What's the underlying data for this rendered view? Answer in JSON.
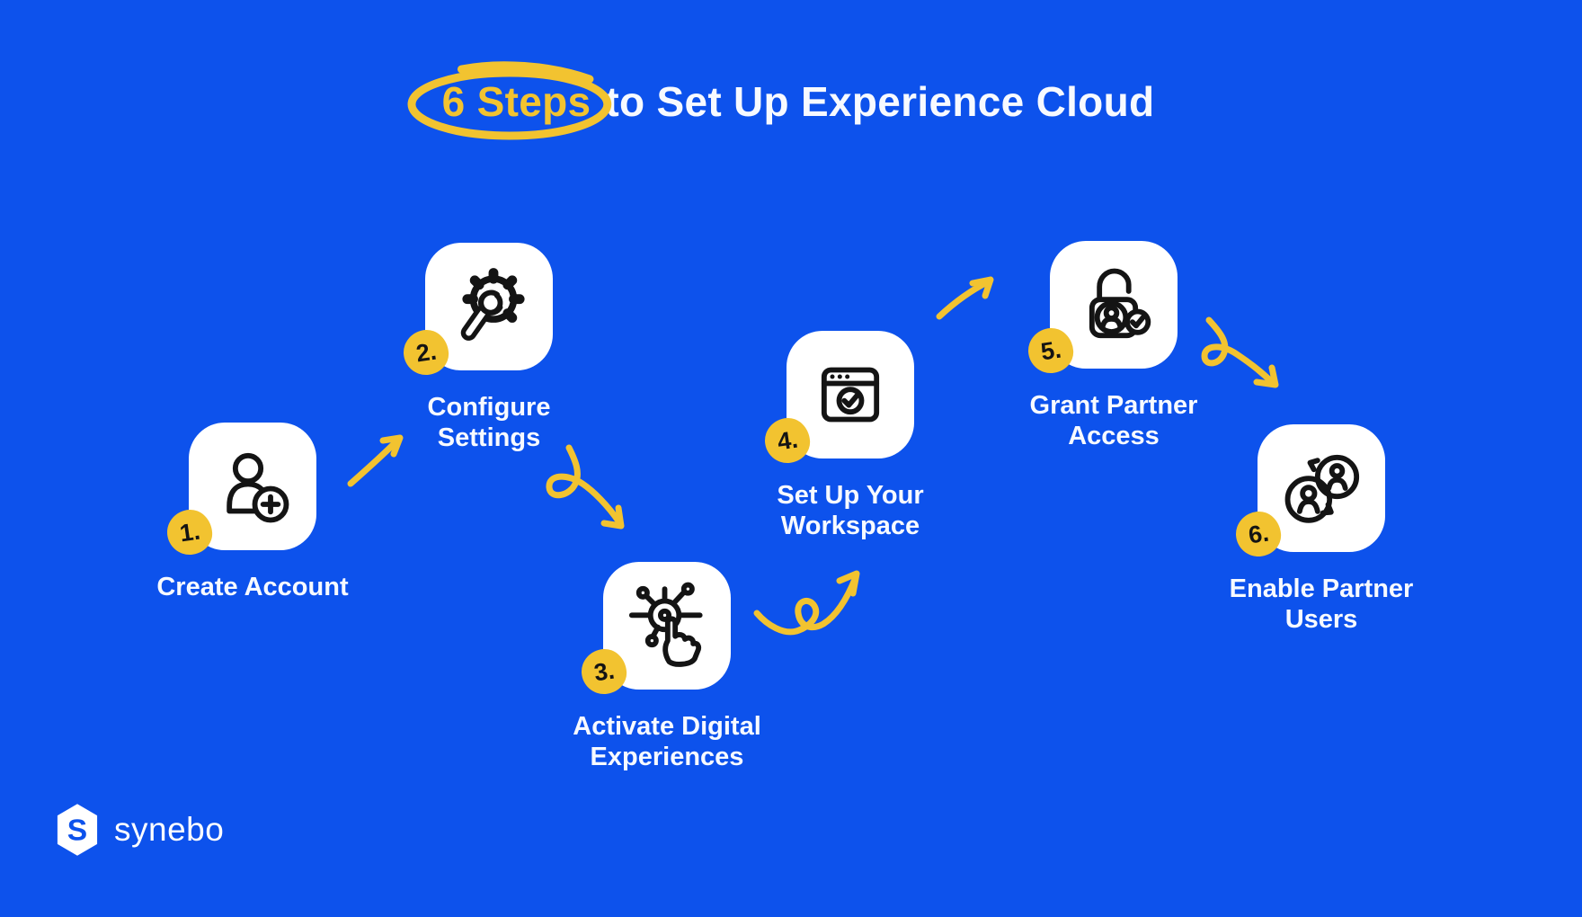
{
  "title": {
    "highlight": "6 Steps",
    "rest": "to Set Up Experience Cloud"
  },
  "steps": [
    {
      "num": "1.",
      "line1": "Create Account",
      "line2": "",
      "icon": "user-add-icon"
    },
    {
      "num": "2.",
      "line1": "Configure",
      "line2": "Settings",
      "icon": "gear-wrench-icon"
    },
    {
      "num": "3.",
      "line1": "Activate Digital",
      "line2": "Experiences",
      "icon": "digital-tap-icon"
    },
    {
      "num": "4.",
      "line1": "Set Up Your",
      "line2": "Workspace",
      "icon": "browser-check-icon"
    },
    {
      "num": "5.",
      "line1": "Grant Partner",
      "line2": "Access",
      "icon": "lock-user-icon"
    },
    {
      "num": "6.",
      "line1": "Enable Partner",
      "line2": "Users",
      "icon": "users-sync-icon"
    }
  ],
  "logo": {
    "monogram": "S",
    "brand": "synebo"
  },
  "colors": {
    "background": "#0D52EC",
    "accent_yellow": "#F2C330",
    "card": "#FFFFFF",
    "ink": "#141414",
    "text": "#F7FAFF"
  }
}
